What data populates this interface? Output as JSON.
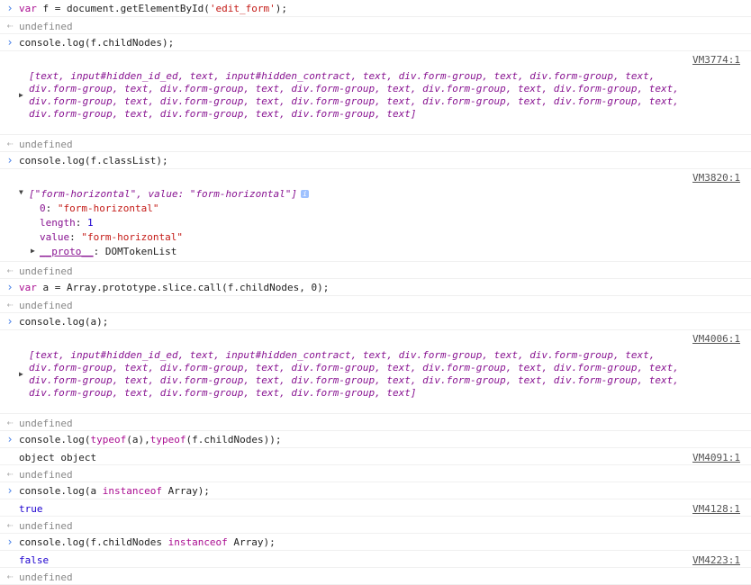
{
  "entries": [
    {
      "kind": "in",
      "text": "var f = document.getElementById('edit_form');"
    },
    {
      "kind": "ret",
      "text": "undefined"
    },
    {
      "kind": "in",
      "text": "console.log(f.childNodes);"
    },
    {
      "kind": "src",
      "text": "VM3774:1"
    },
    {
      "kind": "arr",
      "lines": [
        "[text, input#hidden_id_ed, text, input#hidden_contract, text, div.form-group, text, div.form-group, text,",
        "div.form-group, text, div.form-group, text, div.form-group, text, div.form-group, text, div.form-group, text,",
        "div.form-group, text, div.form-group, text, div.form-group, text, div.form-group, text, div.form-group, text,",
        "div.form-group, text, div.form-group, text, div.form-group, text]"
      ]
    },
    {
      "kind": "ret",
      "text": "undefined"
    },
    {
      "kind": "in",
      "text": "console.log(f.classList);"
    },
    {
      "kind": "src",
      "text": "VM3820:1"
    },
    {
      "kind": "obj",
      "head": "[\"form-horizontal\", value: \"form-horizontal\"]",
      "lines": [
        "0: \"form-horizontal\"",
        "length: 1",
        "value: \"form-horizontal\"",
        "__proto__: DOMTokenList"
      ]
    },
    {
      "kind": "ret",
      "text": "undefined"
    },
    {
      "kind": "in",
      "text": "var a = Array.prototype.slice.call(f.childNodes, 0);"
    },
    {
      "kind": "ret",
      "text": "undefined"
    },
    {
      "kind": "in",
      "text": "console.log(a);"
    },
    {
      "kind": "src",
      "text": "VM4006:1"
    },
    {
      "kind": "arr",
      "lines": [
        "[text, input#hidden_id_ed, text, input#hidden_contract, text, div.form-group, text, div.form-group, text,",
        "div.form-group, text, div.form-group, text, div.form-group, text, div.form-group, text, div.form-group, text,",
        "div.form-group, text, div.form-group, text, div.form-group, text, div.form-group, text, div.form-group, text,",
        "div.form-group, text, div.form-group, text, div.form-group, text]"
      ]
    },
    {
      "kind": "ret",
      "text": "undefined"
    },
    {
      "kind": "in",
      "text": "console.log(typeof(a),typeof(f.childNodes));"
    },
    {
      "kind": "out",
      "text": "object object",
      "src": "VM4091:1"
    },
    {
      "kind": "ret",
      "text": "undefined"
    },
    {
      "kind": "in",
      "text": "console.log(a instanceof Array);"
    },
    {
      "kind": "bool",
      "text": "true",
      "src": "VM4128:1"
    },
    {
      "kind": "ret",
      "text": "undefined"
    },
    {
      "kind": "in",
      "text": "console.log(f.childNodes instanceof Array);"
    },
    {
      "kind": "bool",
      "text": "false",
      "src": "VM4223:1"
    },
    {
      "kind": "ret",
      "text": "undefined"
    }
  ],
  "icons": {
    "input_prompt": "chevron-right-icon",
    "return_marker": "return-arrow-icon",
    "expand": "triangle-expand-icon",
    "info": "info-icon"
  }
}
